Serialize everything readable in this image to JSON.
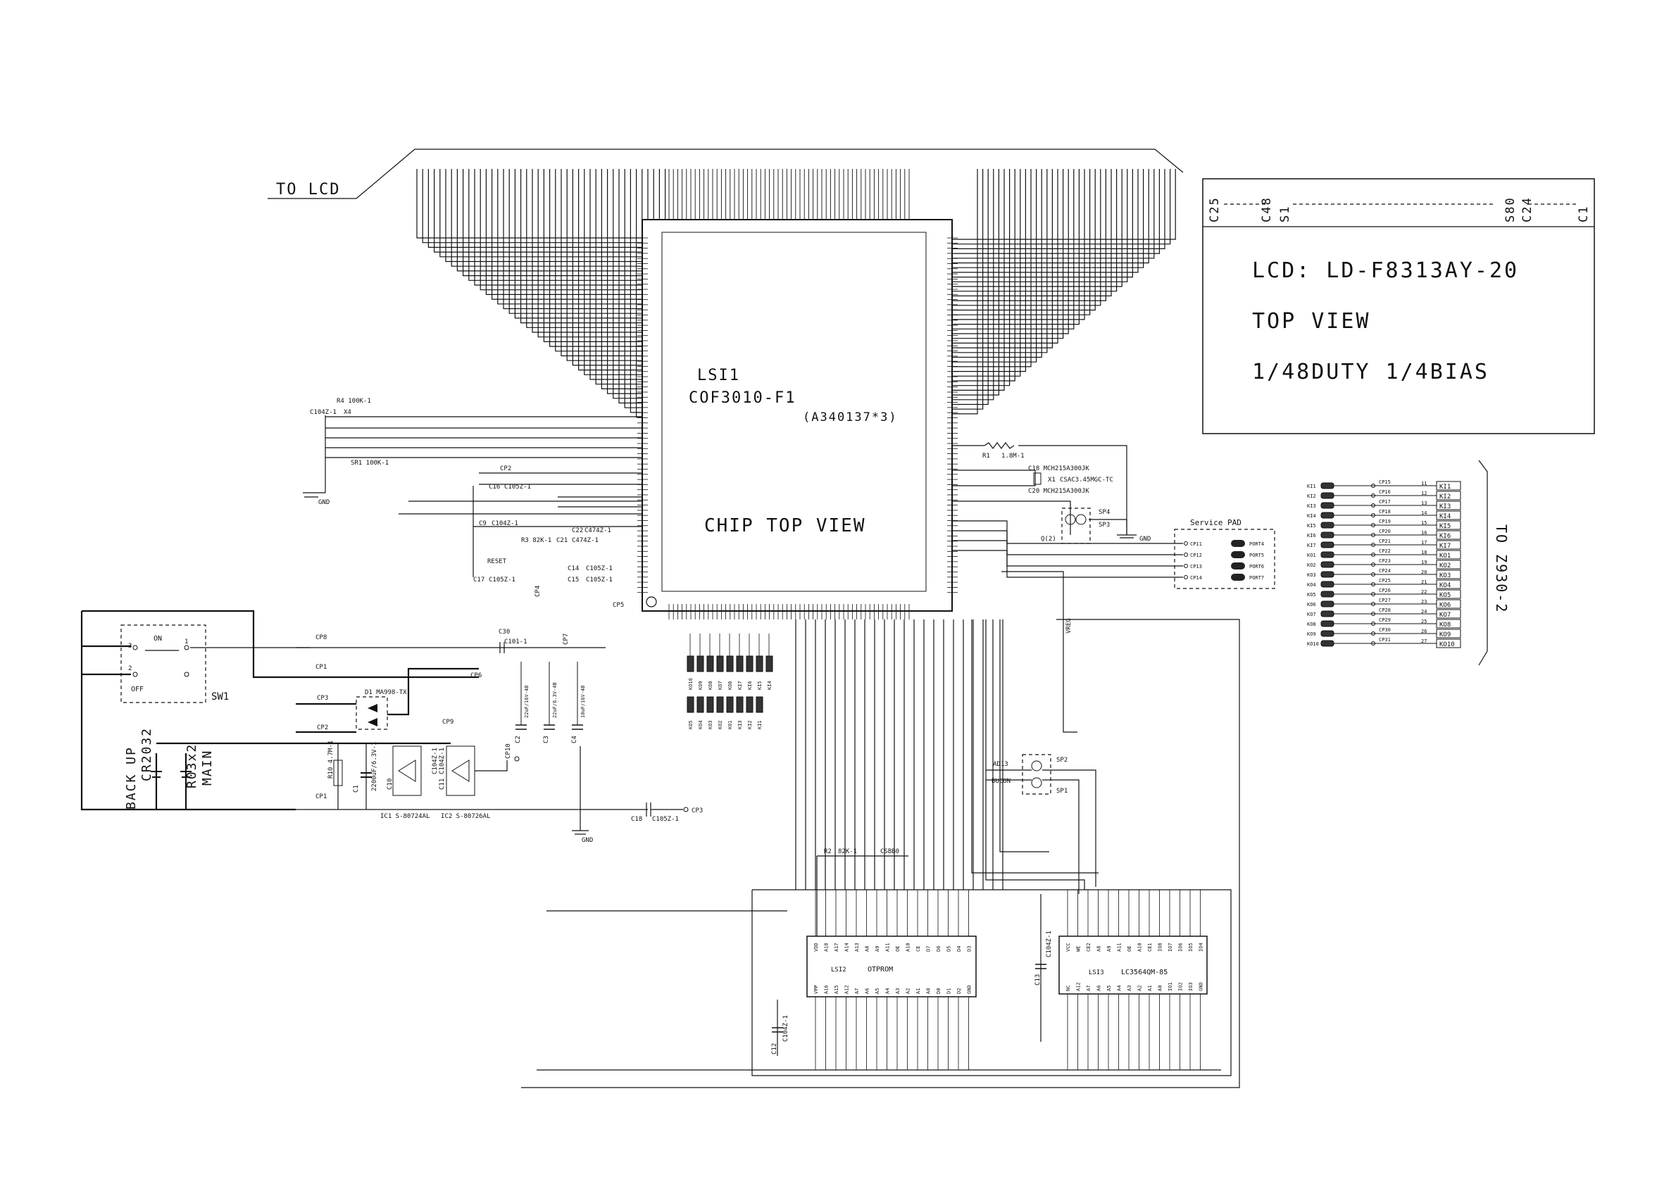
{
  "to_lcd": "TO LCD",
  "lsi1": {
    "name": "LSI1",
    "part": "COF3010-F1",
    "code": "(A340137*3)",
    "view": "CHIP TOP VIEW"
  },
  "lcd_panel": {
    "pins": [
      "C25",
      "C48",
      "S1",
      "S80",
      "C24",
      "C1"
    ],
    "model": "LCD: LD-F8313AY-20",
    "view": "TOP VIEW",
    "drive": "1/48DUTY  1/4BIAS"
  },
  "to_z930": "TO Z930-2",
  "key_connector": {
    "left_labels": [
      "KI1",
      "KI2",
      "KI3",
      "KI4",
      "KI5",
      "KI6",
      "KI7",
      "KO1",
      "KO2",
      "KO3",
      "KO4",
      "KO5",
      "KO6",
      "KO7",
      "KO8",
      "KO9",
      "KO10"
    ],
    "cp_labels": [
      "CP15",
      "CP16",
      "CP17",
      "CP18",
      "CP19",
      "CP20",
      "CP21",
      "CP22",
      "CP23",
      "CP24",
      "CP25",
      "CP26",
      "CP27",
      "CP28",
      "CP29",
      "CP30",
      "CP31"
    ],
    "right_labels": [
      "KI1",
      "KI2",
      "KI3",
      "KI4",
      "KI5",
      "KI6",
      "KI7",
      "KO1",
      "KO2",
      "KO3",
      "KO4",
      "KO5",
      "KO6",
      "KO7",
      "KO8",
      "KO9",
      "KO10"
    ]
  },
  "service_pad": {
    "title": "Service PAD",
    "cps": [
      "CP11",
      "CP12",
      "CP13",
      "CP14"
    ],
    "ports": [
      "PORT4",
      "PORT5",
      "PORT6",
      "PORT7"
    ]
  },
  "osc": {
    "c18": "C18 MCH215A300JK",
    "x1": "X1",
    "xtal": "CSAC3.45MGC-TC",
    "c20": "C20 MCH215A300JK",
    "r1": "R1",
    "r1v": "1.8M-1",
    "sp4": "SP4",
    "sp3": "SP3",
    "q": "Q(2)",
    "gnd": "GND"
  },
  "reset_block": {
    "r4": "R4 100K-1",
    "c104": "C104Z-1",
    "x4": "X4",
    "r5": "SR1 100K-1",
    "gnd": "GND",
    "cp2": "CP2",
    "c16": "C16",
    "c105": "C105Z-1",
    "c9": "C9",
    "c9v": "C104Z-1",
    "r3": "R3 82K-1",
    "reset": "RESET",
    "c17": "C17",
    "c17v": "C105Z-1",
    "c21": "C21",
    "c22": "C22",
    "c22v": "C474Z-1",
    "c21v": "C474Z-1",
    "c14": "C14",
    "c15": "C15",
    "c105a": "C105Z-1",
    "c105b": "C105Z-1",
    "cp4": "CP4",
    "cp5": "CP5",
    "cp7": "CP7"
  },
  "sw1": {
    "name": "SW1",
    "on": "ON",
    "off": "OFF",
    "p3": "3",
    "p2": "2",
    "p1": "1"
  },
  "power": {
    "cp8": "CP8",
    "cp1": "CP1",
    "c30": "C30",
    "c30v": "C101-1",
    "cp6": "CP6",
    "cp3": "CP3",
    "cp2": "CP2",
    "cp9": "CP9",
    "cp0": "CP1",
    "d1": "D1 MA998-TX",
    "backup": "BACK UP",
    "cr": "CR2032",
    "main": "MAIN",
    "r03": "R03x2",
    "r10": "R10 4.7M-1",
    "c1": "C1",
    "c1v": "2200uF/6.3V-1",
    "c10": "C10",
    "c10v": "C104Z-1",
    "c11": "C11",
    "c11v": "C104Z-1",
    "ic1": "IC1 S-80724AL",
    "ic2": "IC2 S-80726AL",
    "cp10": "CP10",
    "gnd": "GND",
    "c18": "C18",
    "c18v": "C105Z-1",
    "cp3b": "CP3"
  },
  "caps_mid": [
    {
      "id": "C2",
      "v": "22uF/16V-4B"
    },
    {
      "id": "C3",
      "v": "22uF/6.3V-4B"
    },
    {
      "id": "C4",
      "v": "10uF/16V-4B"
    }
  ],
  "diodes_top": [
    "KO10",
    "KO9",
    "KO8",
    "KO7",
    "KO6",
    "KI7",
    "KI6",
    "KI5",
    "KI4"
  ],
  "diodes_bot": [
    "KO5",
    "KO4",
    "KO3",
    "KO2",
    "KO1",
    "KI3",
    "KI2",
    "KI1"
  ],
  "sp_block": {
    "sp2": "SP2",
    "sp1": "SP1",
    "a": "AD13",
    "b": "BUCON"
  },
  "vreg": "VREG",
  "lsi2": {
    "name": "LSI2",
    "type": "OTPROM",
    "r2": "R2",
    "r2v": "82K-1",
    "cs": "CSBB0",
    "c12": "C12",
    "c12v": "C104Z-1",
    "top_pins": [
      "VDD",
      "A18",
      "A17",
      "A14",
      "A13",
      "A8",
      "A9",
      "A11",
      "OE",
      "A10",
      "CE",
      "D7",
      "D6",
      "D5",
      "D4",
      "D3"
    ],
    "bot_pins": [
      "VPP",
      "A16",
      "A15",
      "A12",
      "A7",
      "A6",
      "A5",
      "A4",
      "A3",
      "A2",
      "A1",
      "A0",
      "D0",
      "D1",
      "D2",
      "GND"
    ]
  },
  "lsi3": {
    "name": "LSI3",
    "part": "LC3564QM-85",
    "c13": "C13",
    "c13v": "C104Z-1",
    "top_pins": [
      "VCC",
      "WE",
      "CE2",
      "A8",
      "A9",
      "A11",
      "OE",
      "A10",
      "CE1",
      "IO8",
      "IO7",
      "IO6",
      "IO5",
      "IO4"
    ],
    "bot_pins": [
      "NC",
      "A12",
      "A7",
      "A6",
      "A5",
      "A4",
      "A3",
      "A2",
      "A1",
      "A0",
      "IO1",
      "IO2",
      "IO3",
      "GND"
    ]
  }
}
